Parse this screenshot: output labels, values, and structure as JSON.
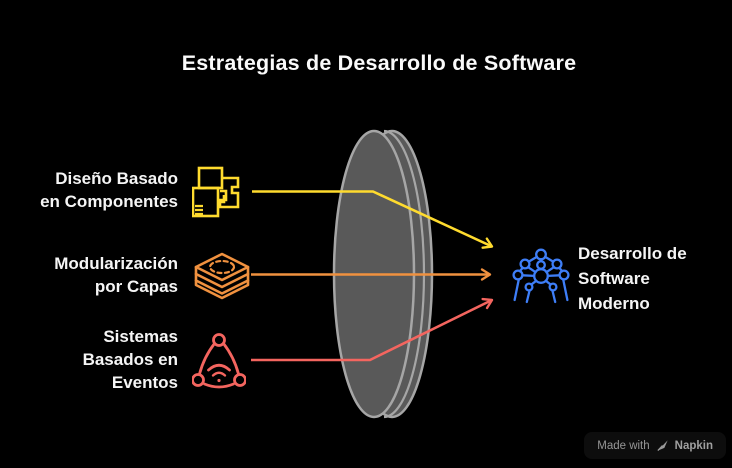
{
  "title": "Estrategias de Desarrollo de Software",
  "colors": {
    "background": "#000000",
    "text": "#f5f5f5",
    "yellow": "#FFDB2E",
    "orange": "#F0913F",
    "red": "#F4655F",
    "blue": "#3E7EF7",
    "lens_fill": "#595959",
    "lens_stroke": "#A6A6A6",
    "watermark_text": "#969696"
  },
  "strategies": [
    {
      "label": "Diseño Basado\nen Componentes",
      "icon": "component-puzzle-icon",
      "color": "#FFDB2E"
    },
    {
      "label": "Modularización\npor Capas",
      "icon": "layered-cube-icon",
      "color": "#F0913F"
    },
    {
      "label": "Sistemas\nBasados en\nEventos",
      "icon": "event-network-icon",
      "color": "#F4655F"
    }
  ],
  "outcome": {
    "label": "Desarrollo de\nSoftware\nModerno",
    "icon": "atomium-network-icon",
    "color": "#3E7EF7"
  },
  "watermark": {
    "prefix": "Made with",
    "brand": "Napkin"
  }
}
